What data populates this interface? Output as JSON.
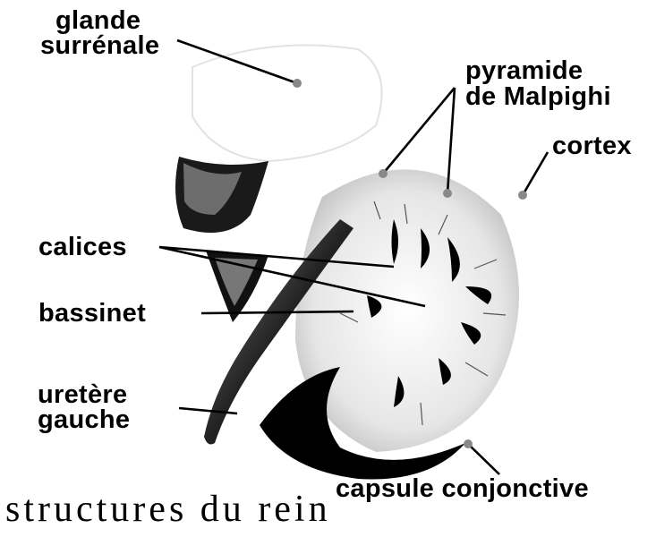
{
  "labels": {
    "glande_line1": "glande",
    "glande_line2": "surrénale",
    "pyramide_line1": "pyramide",
    "pyramide_line2": "de Malpighi",
    "cortex": "cortex",
    "calices": "calices",
    "bassinet": "bassinet",
    "uretere_line1": "uretère",
    "uretere_line2": "gauche",
    "capsule": "capsule conjonctive"
  },
  "caption": "structures du rein",
  "colors": {
    "ink": "#000000",
    "shade": "#9a9a9a",
    "background": "#ffffff"
  }
}
